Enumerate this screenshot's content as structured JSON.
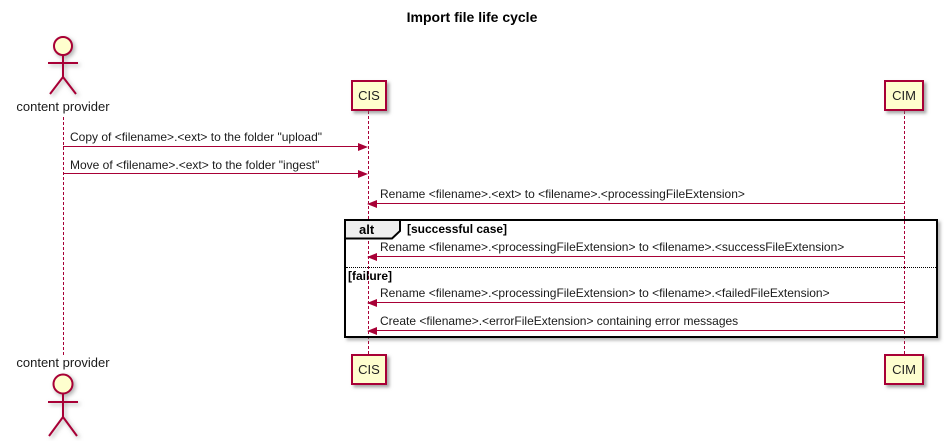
{
  "diagram": {
    "type": "sequence",
    "title": "Import file life cycle"
  },
  "actor": {
    "name": "content provider"
  },
  "participants": {
    "cis": "CIS",
    "cim": "CIM"
  },
  "messages": [
    {
      "text": "Copy of <filename>.<ext> to the folder \"upload\"",
      "from": "content provider",
      "to": "CIS",
      "direction": "right"
    },
    {
      "text": "Move of <filename>.<ext> to the folder \"ingest\"",
      "from": "content provider",
      "to": "CIS",
      "direction": "right"
    },
    {
      "text": "Rename <filename>.<ext> to <filename>.<processingFileExtension>",
      "from": "CIM",
      "to": "CIS",
      "direction": "left"
    },
    {
      "text": "Rename <filename>.<processingFileExtension> to <filename>.<successFileExtension>",
      "from": "CIM",
      "to": "CIS",
      "direction": "left"
    },
    {
      "text": "Rename <filename>.<processingFileExtension> to <filename>.<failedFileExtension>",
      "from": "CIM",
      "to": "CIS",
      "direction": "left"
    },
    {
      "text": "Create <filename>.<errorFileExtension> containing error messages",
      "from": "CIM",
      "to": "CIS",
      "direction": "left"
    }
  ],
  "fragment": {
    "operator": "alt",
    "guards": [
      "[successful case]",
      "[failure]"
    ]
  },
  "colors": {
    "accent": "#A80036",
    "participant_fill": "#FEFECE",
    "fragment_border": "#000000",
    "fragment_label_fill": "#EEEEEE",
    "background": "#FFFFFF",
    "text": "#1A1A1A"
  }
}
